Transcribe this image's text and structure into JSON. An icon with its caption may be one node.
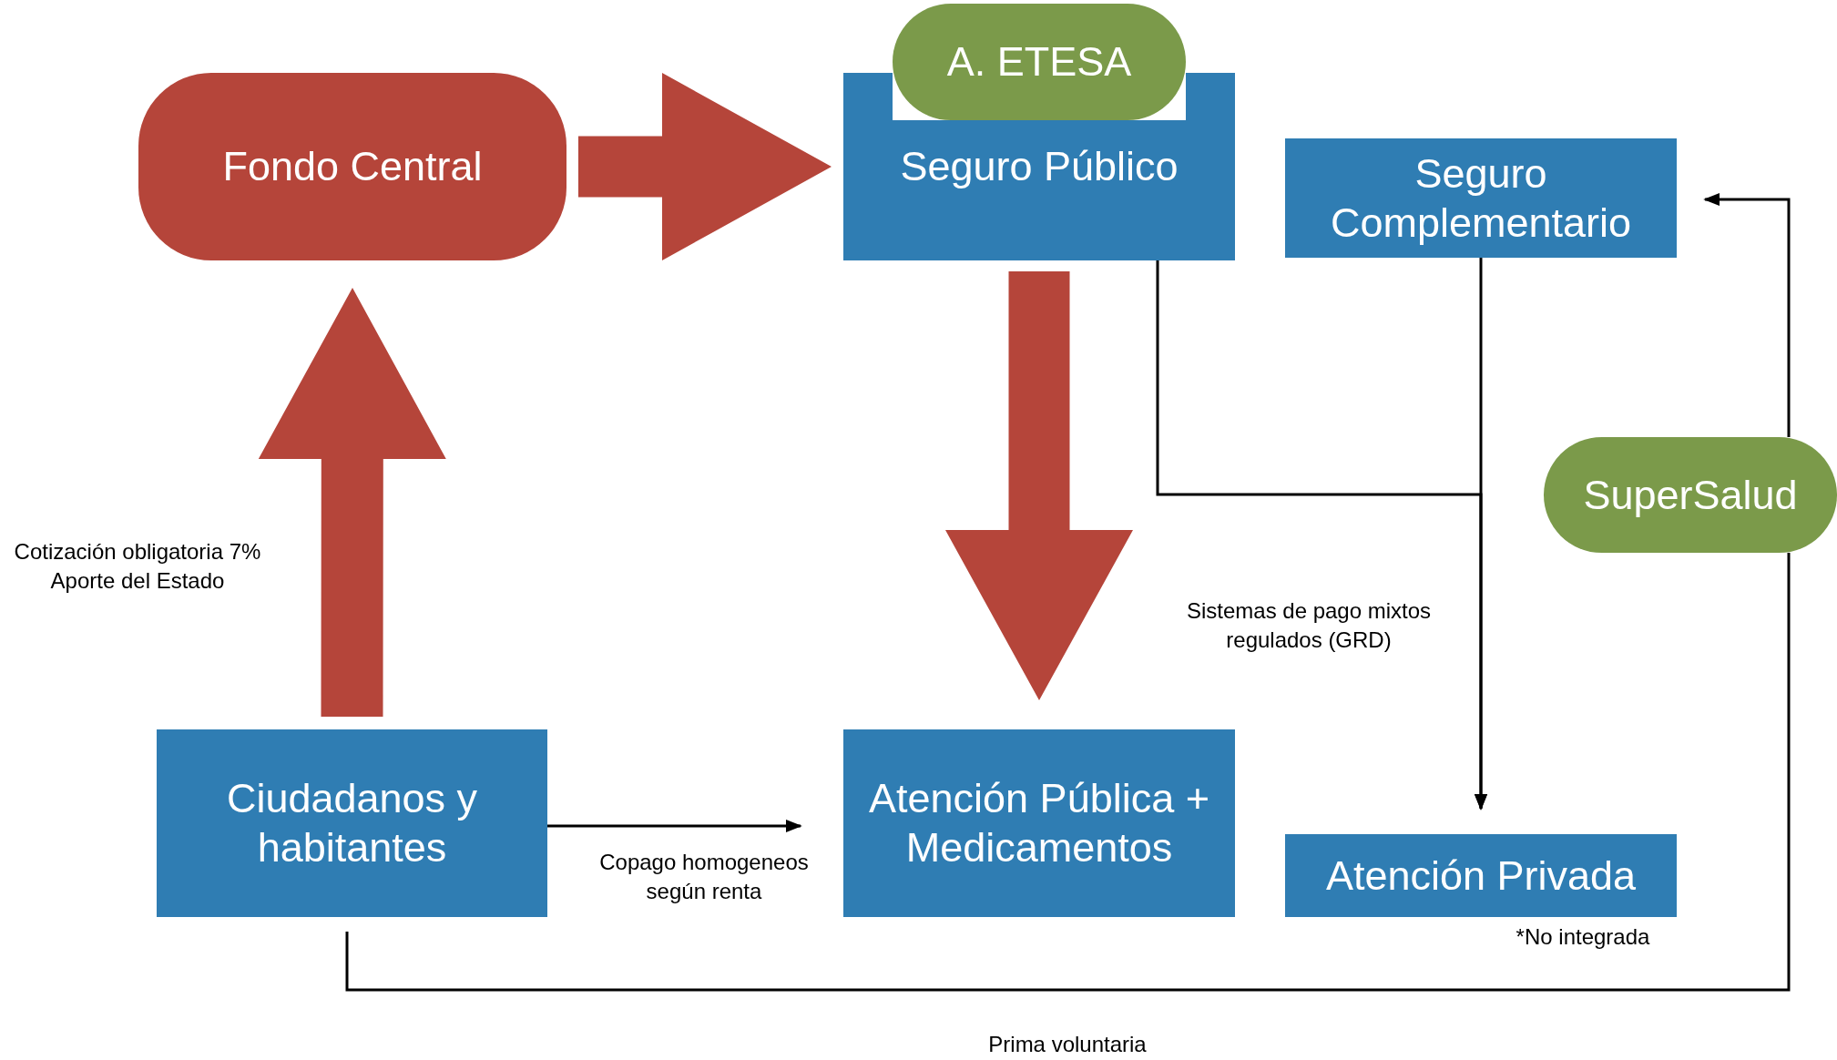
{
  "diagram": {
    "nodes": [
      {
        "text": [
          "Fondo Central"
        ]
      },
      {
        "text": [
          "A. ETESA"
        ]
      },
      {
        "text": [
          "Seguro Público"
        ]
      },
      {
        "text": [
          "Seguro Complementario"
        ]
      },
      {
        "text": [
          "SuperSalud"
        ]
      },
      {
        "text": [
          "Ciudadanos y habitantes"
        ]
      },
      {
        "text": [
          "Atención Pública + Medicamentos"
        ]
      },
      {
        "text": [
          "Atención Privada"
        ],
        "beside": [
          "*No integrada"
        ]
      }
    ],
    "edges": [
      {
        "from": 0,
        "to": 2,
        "arrow": "to",
        "style": "thick",
        "color": "#b5453a"
      },
      {
        "from": 5,
        "to": 0,
        "arrow": "to",
        "style": "thick",
        "color": "#b5453a",
        "label": "Cotización obligatoria 7% Aporte del Estado"
      },
      {
        "from": 2,
        "to": 6,
        "arrow": "to",
        "style": "thick",
        "color": "#b5453a"
      },
      {
        "from": 5,
        "to": 6,
        "arrow": "to",
        "label": "Copago homogeneos según renta"
      },
      {
        "from": 2,
        "to": 7,
        "arrow": "to",
        "label": "Sistemas de pago mixtos regulados (GRD)"
      },
      {
        "from": 3,
        "to": 7,
        "arrow": "to"
      },
      {
        "from": 5,
        "to": 4,
        "arrow": "none",
        "label": "Prima voluntaria"
      },
      {
        "from": 4,
        "to": 3,
        "arrow": "to"
      }
    ]
  }
}
